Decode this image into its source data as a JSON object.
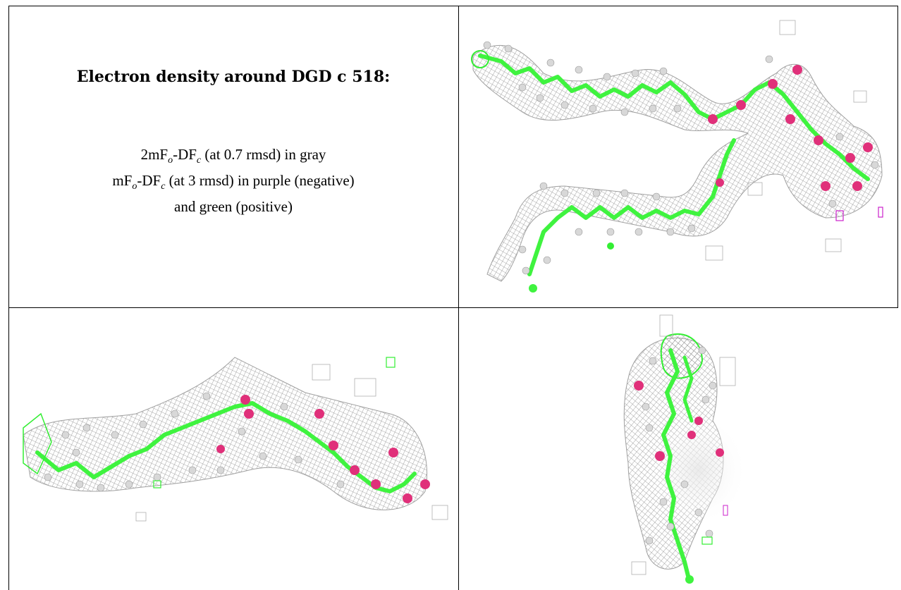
{
  "caption": {
    "title": "Electron density around DGD c 518:",
    "line1": {
      "pre": "2mF",
      "sub1": "o",
      "mid": "-DF",
      "sub2": "c",
      "post": " (at 0.7 rmsd) in gray"
    },
    "line2": {
      "pre": "mF",
      "sub1": "o",
      "mid": "-DF",
      "sub2": "c",
      "post": " (at 3 rmsd) in purple (negative)"
    },
    "line3": "and green (positive)"
  },
  "colors": {
    "mesh_gray": "#9a9a9a",
    "carbon_green": "#3ff33f",
    "oxygen_pink": "#e0307a",
    "hydrogen_white": "#d8d8d8",
    "negative_purple": "#cc22cc",
    "positive_green": "#33ee33"
  },
  "panels": [
    {
      "id": "view-1",
      "description_icon": "electron-density-view-icon"
    },
    {
      "id": "view-2",
      "description_icon": "electron-density-view-icon"
    },
    {
      "id": "view-3",
      "description_icon": "electron-density-view-icon"
    }
  ]
}
